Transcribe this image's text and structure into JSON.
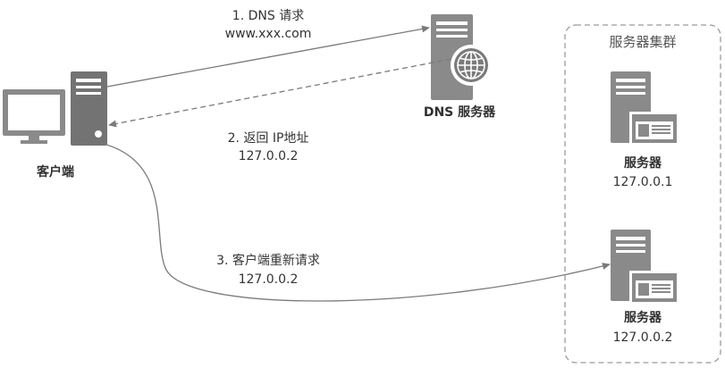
{
  "client": {
    "label": "客户端"
  },
  "dns_server": {
    "label": "DNS 服务器"
  },
  "cluster": {
    "title": "服务器集群",
    "servers": [
      {
        "label": "服务器",
        "ip": "127.0.0.1"
      },
      {
        "label": "服务器",
        "ip": "127.0.0.2"
      }
    ]
  },
  "steps": [
    {
      "title": "1. DNS 请求",
      "detail": "www.xxx.com"
    },
    {
      "title": "2. 返回 IP地址",
      "detail": "127.0.0.2"
    },
    {
      "title": "3. 客户端重新请求",
      "detail": "127.0.0.2"
    }
  ],
  "colors": {
    "icon_gray": "#8a8a8a",
    "icon_dark": "#6e6e6e",
    "line": "#7a7a7a",
    "cluster_border": "#9a9a9a"
  },
  "icons": {
    "client": "desktop-computer-icon",
    "dns": "server-globe-icon",
    "server": "server-window-icon"
  }
}
